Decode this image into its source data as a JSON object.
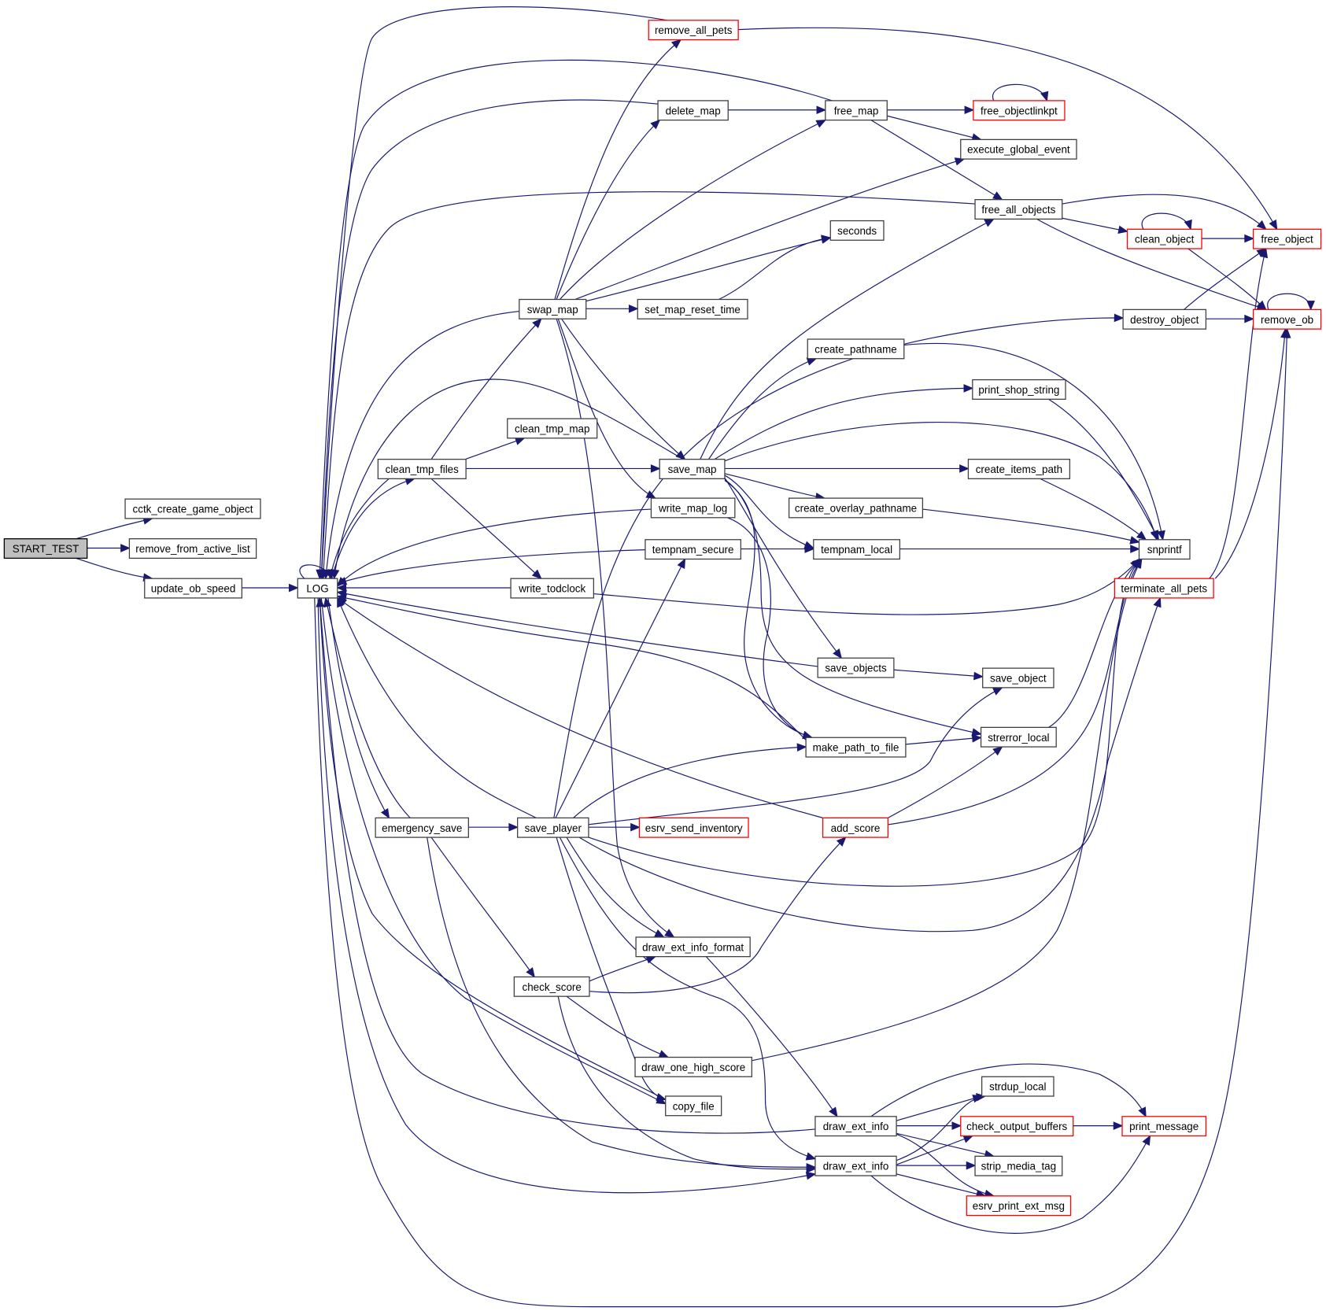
{
  "diagram": {
    "type": "call-graph",
    "root": "START_TEST",
    "legend_colors": {
      "root_fill": "#bfbfbf",
      "default_border": "#404040",
      "truncated_border": "#ff0000",
      "edge": "#191970"
    },
    "nodes": [
      {
        "id": "START_TEST",
        "label": "START_TEST",
        "kind": "root"
      },
      {
        "id": "cctk_create_game_object",
        "label": "cctk_create_game_object",
        "kind": "normal"
      },
      {
        "id": "remove_from_active_list",
        "label": "remove_from_active_list",
        "kind": "normal"
      },
      {
        "id": "update_ob_speed",
        "label": "update_ob_speed",
        "kind": "normal"
      },
      {
        "id": "LOG",
        "label": "LOG",
        "kind": "normal"
      },
      {
        "id": "remove_all_pets",
        "label": "remove_all_pets",
        "kind": "truncated"
      },
      {
        "id": "delete_map",
        "label": "delete_map",
        "kind": "normal"
      },
      {
        "id": "free_map",
        "label": "free_map",
        "kind": "normal"
      },
      {
        "id": "free_objectlinkpt",
        "label": "free_objectlinkpt",
        "kind": "truncated"
      },
      {
        "id": "execute_global_event",
        "label": "execute_global_event",
        "kind": "normal"
      },
      {
        "id": "free_all_objects",
        "label": "free_all_objects",
        "kind": "normal"
      },
      {
        "id": "seconds",
        "label": "seconds",
        "kind": "normal"
      },
      {
        "id": "clean_object",
        "label": "clean_object",
        "kind": "truncated"
      },
      {
        "id": "free_object",
        "label": "free_object",
        "kind": "truncated"
      },
      {
        "id": "swap_map",
        "label": "swap_map",
        "kind": "normal"
      },
      {
        "id": "set_map_reset_time",
        "label": "set_map_reset_time",
        "kind": "normal"
      },
      {
        "id": "destroy_object",
        "label": "destroy_object",
        "kind": "normal"
      },
      {
        "id": "remove_ob",
        "label": "remove_ob",
        "kind": "truncated"
      },
      {
        "id": "create_pathname",
        "label": "create_pathname",
        "kind": "normal"
      },
      {
        "id": "print_shop_string",
        "label": "print_shop_string",
        "kind": "normal"
      },
      {
        "id": "clean_tmp_map",
        "label": "clean_tmp_map",
        "kind": "normal"
      },
      {
        "id": "clean_tmp_files",
        "label": "clean_tmp_files",
        "kind": "normal"
      },
      {
        "id": "save_map",
        "label": "save_map",
        "kind": "normal"
      },
      {
        "id": "create_items_path",
        "label": "create_items_path",
        "kind": "normal"
      },
      {
        "id": "create_overlay_pathname",
        "label": "create_overlay_pathname",
        "kind": "normal"
      },
      {
        "id": "write_map_log",
        "label": "write_map_log",
        "kind": "normal"
      },
      {
        "id": "tempnam_secure",
        "label": "tempnam_secure",
        "kind": "normal"
      },
      {
        "id": "tempnam_local",
        "label": "tempnam_local",
        "kind": "normal"
      },
      {
        "id": "snprintf",
        "label": "snprintf",
        "kind": "normal"
      },
      {
        "id": "write_todclock",
        "label": "write_todclock",
        "kind": "normal"
      },
      {
        "id": "terminate_all_pets",
        "label": "terminate_all_pets",
        "kind": "truncated"
      },
      {
        "id": "save_objects",
        "label": "save_objects",
        "kind": "normal"
      },
      {
        "id": "save_object",
        "label": "save_object",
        "kind": "normal"
      },
      {
        "id": "strerror_local",
        "label": "strerror_local",
        "kind": "normal"
      },
      {
        "id": "make_path_to_file",
        "label": "make_path_to_file",
        "kind": "normal"
      },
      {
        "id": "emergency_save",
        "label": "emergency_save",
        "kind": "normal"
      },
      {
        "id": "save_player",
        "label": "save_player",
        "kind": "normal"
      },
      {
        "id": "esrv_send_inventory",
        "label": "esrv_send_inventory",
        "kind": "truncated"
      },
      {
        "id": "add_score",
        "label": "add_score",
        "kind": "truncated"
      },
      {
        "id": "draw_ext_info_format",
        "label": "draw_ext_info_format",
        "kind": "normal"
      },
      {
        "id": "check_score",
        "label": "check_score",
        "kind": "normal"
      },
      {
        "id": "draw_one_high_score",
        "label": "draw_one_high_score",
        "kind": "normal"
      },
      {
        "id": "copy_file",
        "label": "copy_file",
        "kind": "normal"
      },
      {
        "id": "strdup_local",
        "label": "strdup_local",
        "kind": "normal"
      },
      {
        "id": "draw_ext_info_1",
        "label": "draw_ext_info",
        "kind": "normal"
      },
      {
        "id": "check_output_buffers",
        "label": "check_output_buffers",
        "kind": "truncated"
      },
      {
        "id": "print_message",
        "label": "print_message",
        "kind": "truncated"
      },
      {
        "id": "draw_ext_info_2",
        "label": "draw_ext_info",
        "kind": "normal"
      },
      {
        "id": "strip_media_tag",
        "label": "strip_media_tag",
        "kind": "normal"
      },
      {
        "id": "esrv_print_ext_msg",
        "label": "esrv_print_ext_msg",
        "kind": "truncated"
      }
    ],
    "edges": [
      {
        "from": "START_TEST",
        "to": "cctk_create_game_object"
      },
      {
        "from": "START_TEST",
        "to": "remove_from_active_list"
      },
      {
        "from": "START_TEST",
        "to": "update_ob_speed"
      },
      {
        "from": "update_ob_speed",
        "to": "LOG"
      },
      {
        "from": "LOG",
        "to": "LOG"
      },
      {
        "from": "LOG",
        "to": "clean_tmp_files"
      },
      {
        "from": "LOG",
        "to": "emergency_save"
      },
      {
        "from": "remove_all_pets",
        "to": "LOG"
      },
      {
        "from": "remove_all_pets",
        "to": "free_object"
      },
      {
        "from": "free_map",
        "to": "LOG"
      },
      {
        "from": "delete_map",
        "to": "LOG"
      },
      {
        "from": "delete_map",
        "to": "free_map"
      },
      {
        "from": "free_map",
        "to": "free_objectlinkpt"
      },
      {
        "from": "free_map",
        "to": "execute_global_event"
      },
      {
        "from": "free_map",
        "to": "free_all_objects"
      },
      {
        "from": "free_objectlinkpt",
        "to": "free_objectlinkpt"
      },
      {
        "from": "free_all_objects",
        "to": "LOG"
      },
      {
        "from": "free_all_objects",
        "to": "free_object"
      },
      {
        "from": "free_all_objects",
        "to": "clean_object"
      },
      {
        "from": "free_all_objects",
        "to": "remove_ob"
      },
      {
        "from": "clean_object",
        "to": "clean_object"
      },
      {
        "from": "clean_object",
        "to": "free_object"
      },
      {
        "from": "clean_object",
        "to": "remove_ob"
      },
      {
        "from": "destroy_object",
        "to": "free_object"
      },
      {
        "from": "destroy_object",
        "to": "remove_ob"
      },
      {
        "from": "remove_ob",
        "to": "remove_ob"
      },
      {
        "from": "swap_map",
        "to": "LOG"
      },
      {
        "from": "swap_map",
        "to": "remove_all_pets"
      },
      {
        "from": "swap_map",
        "to": "delete_map"
      },
      {
        "from": "swap_map",
        "to": "free_map"
      },
      {
        "from": "swap_map",
        "to": "execute_global_event"
      },
      {
        "from": "swap_map",
        "to": "seconds"
      },
      {
        "from": "swap_map",
        "to": "set_map_reset_time"
      },
      {
        "from": "swap_map",
        "to": "save_map"
      },
      {
        "from": "swap_map",
        "to": "write_map_log"
      },
      {
        "from": "swap_map",
        "to": "draw_ext_info_format"
      },
      {
        "from": "set_map_reset_time",
        "to": "seconds"
      },
      {
        "from": "clean_tmp_files",
        "to": "LOG"
      },
      {
        "from": "clean_tmp_files",
        "to": "swap_map"
      },
      {
        "from": "clean_tmp_files",
        "to": "clean_tmp_map"
      },
      {
        "from": "clean_tmp_files",
        "to": "save_map"
      },
      {
        "from": "clean_tmp_files",
        "to": "write_todclock"
      },
      {
        "from": "save_map",
        "to": "LOG"
      },
      {
        "from": "save_map",
        "to": "free_all_objects"
      },
      {
        "from": "save_map",
        "to": "create_pathname"
      },
      {
        "from": "save_map",
        "to": "print_shop_string"
      },
      {
        "from": "save_map",
        "to": "snprintf"
      },
      {
        "from": "save_map",
        "to": "create_items_path"
      },
      {
        "from": "save_map",
        "to": "create_overlay_pathname"
      },
      {
        "from": "save_map",
        "to": "tempnam_local"
      },
      {
        "from": "save_map",
        "to": "save_objects"
      },
      {
        "from": "save_map",
        "to": "strerror_local"
      },
      {
        "from": "save_map",
        "to": "make_path_to_file"
      },
      {
        "from": "create_pathname",
        "to": "snprintf"
      },
      {
        "from": "print_shop_string",
        "to": "snprintf"
      },
      {
        "from": "create_items_path",
        "to": "snprintf"
      },
      {
        "from": "create_overlay_pathname",
        "to": "snprintf"
      },
      {
        "from": "tempnam_local",
        "to": "snprintf"
      },
      {
        "from": "write_map_log",
        "to": "LOG"
      },
      {
        "from": "write_map_log",
        "to": "make_path_to_file"
      },
      {
        "from": "tempnam_secure",
        "to": "LOG"
      },
      {
        "from": "tempnam_secure",
        "to": "tempnam_local"
      },
      {
        "from": "write_todclock",
        "to": "LOG"
      },
      {
        "from": "write_todclock",
        "to": "snprintf"
      },
      {
        "from": "terminate_all_pets",
        "to": "free_object"
      },
      {
        "from": "terminate_all_pets",
        "to": "remove_ob"
      },
      {
        "from": "save_objects",
        "to": "LOG"
      },
      {
        "from": "save_objects",
        "to": "save_object"
      },
      {
        "from": "make_path_to_file",
        "to": "LOG"
      },
      {
        "from": "make_path_to_file",
        "to": "strerror_local"
      },
      {
        "from": "strerror_local",
        "to": "snprintf"
      },
      {
        "from": "emergency_save",
        "to": "LOG"
      },
      {
        "from": "emergency_save",
        "to": "save_player"
      },
      {
        "from": "emergency_save",
        "to": "check_score"
      },
      {
        "from": "emergency_save",
        "to": "draw_ext_info_2"
      },
      {
        "from": "save_player",
        "to": "LOG"
      },
      {
        "from": "save_player",
        "to": "destroy_object"
      },
      {
        "from": "save_player",
        "to": "tempnam_secure"
      },
      {
        "from": "save_player",
        "to": "make_path_to_file"
      },
      {
        "from": "save_player",
        "to": "save_object"
      },
      {
        "from": "save_player",
        "to": "esrv_send_inventory"
      },
      {
        "from": "save_player",
        "to": "snprintf"
      },
      {
        "from": "save_player",
        "to": "terminate_all_pets"
      },
      {
        "from": "save_player",
        "to": "draw_ext_info_format"
      },
      {
        "from": "save_player",
        "to": "copy_file"
      },
      {
        "from": "save_player",
        "to": "draw_ext_info_2"
      },
      {
        "from": "add_score",
        "to": "LOG"
      },
      {
        "from": "add_score",
        "to": "strerror_local"
      },
      {
        "from": "add_score",
        "to": "snprintf"
      },
      {
        "from": "check_score",
        "to": "draw_ext_info_format"
      },
      {
        "from": "check_score",
        "to": "add_score"
      },
      {
        "from": "check_score",
        "to": "draw_one_high_score"
      },
      {
        "from": "check_score",
        "to": "draw_ext_info_2"
      },
      {
        "from": "draw_ext_info_format",
        "to": "draw_ext_info_1"
      },
      {
        "from": "draw_one_high_score",
        "to": "snprintf"
      },
      {
        "from": "copy_file",
        "to": "LOG"
      },
      {
        "from": "LOG",
        "to": "copy_file"
      },
      {
        "from": "draw_ext_info_1",
        "to": "LOG"
      },
      {
        "from": "draw_ext_info_1",
        "to": "print_message"
      },
      {
        "from": "draw_ext_info_1",
        "to": "strdup_local"
      },
      {
        "from": "draw_ext_info_1",
        "to": "check_output_buffers"
      },
      {
        "from": "draw_ext_info_1",
        "to": "strip_media_tag"
      },
      {
        "from": "draw_ext_info_1",
        "to": "esrv_print_ext_msg"
      },
      {
        "from": "check_output_buffers",
        "to": "print_message"
      },
      {
        "from": "draw_ext_info_2",
        "to": "strdup_local"
      },
      {
        "from": "draw_ext_info_2",
        "to": "check_output_buffers"
      },
      {
        "from": "draw_ext_info_2",
        "to": "strip_media_tag"
      },
      {
        "from": "draw_ext_info_2",
        "to": "esrv_print_ext_msg"
      },
      {
        "from": "draw_ext_info_2",
        "to": "print_message"
      },
      {
        "from": "LOG",
        "to": "draw_ext_info_2"
      },
      {
        "from": "LOG",
        "to": "remove_ob"
      }
    ]
  }
}
